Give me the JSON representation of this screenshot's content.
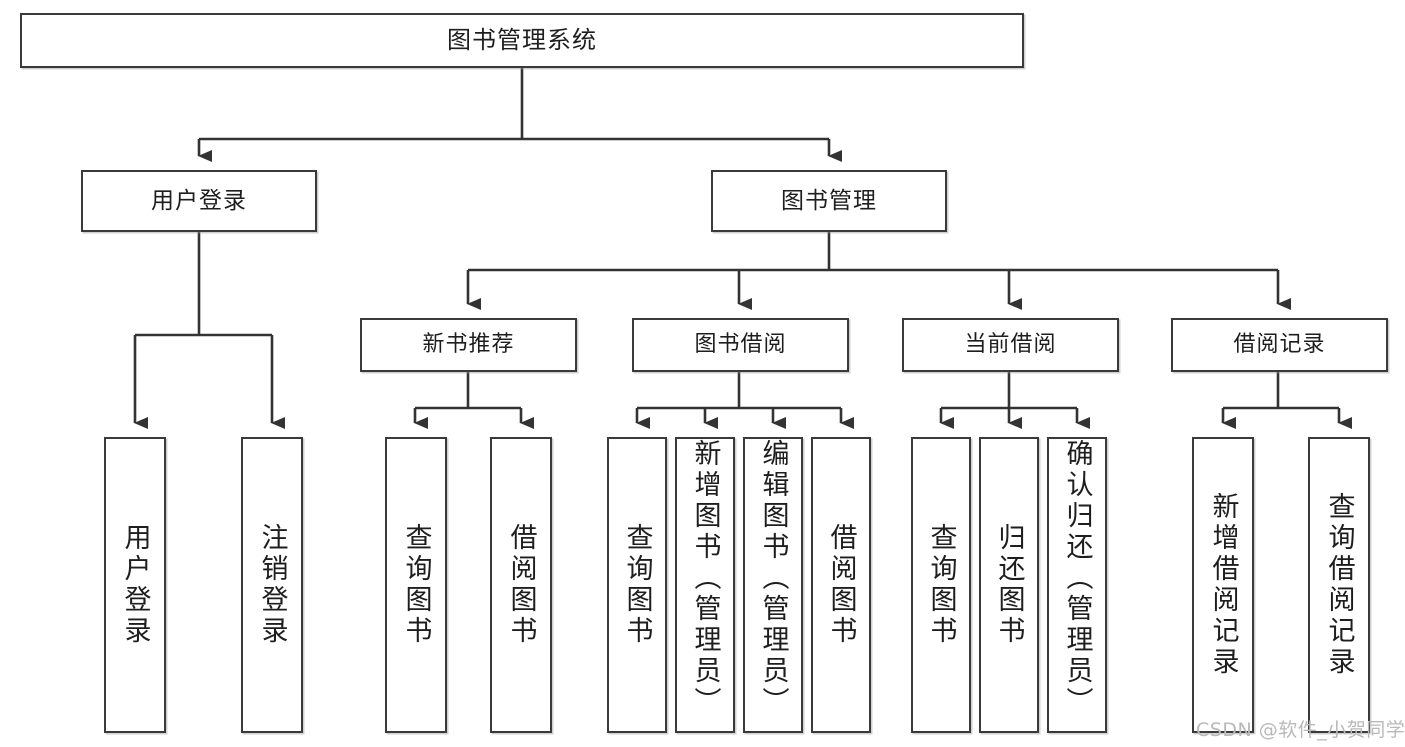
{
  "diagram": {
    "title": "图书管理系统",
    "type": "功能结构图",
    "style": {
      "box_border": "#3a3a3a",
      "box_fill": "#ffffff",
      "connector": "#333333",
      "text": "#1e1e1e",
      "watermark": "#b9b9b9",
      "background": "#ffffff"
    }
  },
  "root": {
    "label": "图书管理系统"
  },
  "level2": [
    {
      "label": "用户登录"
    },
    {
      "label": "图书管理"
    }
  ],
  "level3": [
    {
      "label": "新书推荐"
    },
    {
      "label": "图书借阅"
    },
    {
      "label": "当前借阅"
    },
    {
      "label": "借阅记录"
    }
  ],
  "leaves": {
    "user_login": [
      {
        "label": "用户登录"
      },
      {
        "label": "注销登录"
      }
    ],
    "new_book_recommend": [
      {
        "label": "查询图书"
      },
      {
        "label": "借阅图书"
      }
    ],
    "book_borrow": [
      {
        "label": "查询图书"
      },
      {
        "label": "新增图书（管理员）"
      },
      {
        "label": "编辑图书（管理员）"
      },
      {
        "label": "借阅图书"
      }
    ],
    "current_borrow": [
      {
        "label": "查询图书"
      },
      {
        "label": "归还图书"
      },
      {
        "label": "确认归还（管理员）"
      }
    ],
    "borrow_record": [
      {
        "label": "新增借阅记录"
      },
      {
        "label": "查询借阅记录"
      }
    ]
  },
  "watermark": {
    "text": "CSDN @软件_小贺同学"
  }
}
